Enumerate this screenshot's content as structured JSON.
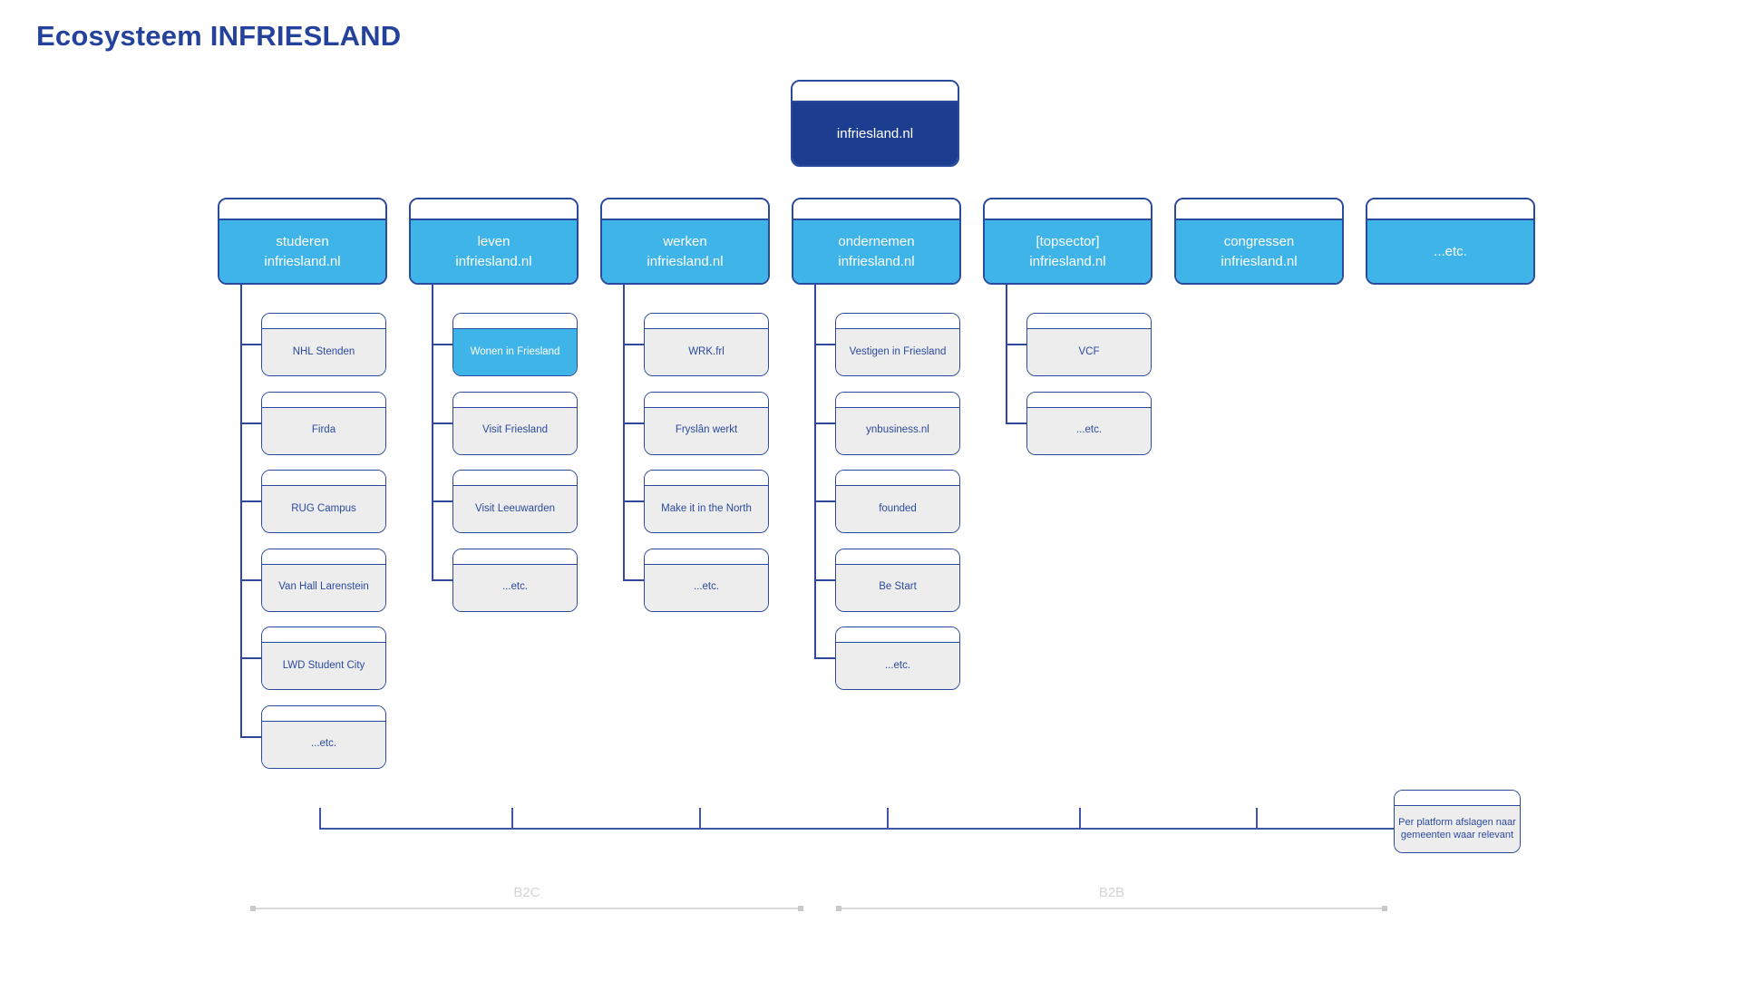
{
  "title": "Ecosysteem INFRIESLAND",
  "root": {
    "label": "infriesland.nl"
  },
  "columns": [
    {
      "label": "studeren\ninfriesland.nl",
      "children": [
        {
          "label": "NHL Stenden"
        },
        {
          "label": "Firda"
        },
        {
          "label": "RUG Campus"
        },
        {
          "label": "Van Hall Larenstein"
        },
        {
          "label": "LWD Student City"
        },
        {
          "label": "...etc."
        }
      ]
    },
    {
      "label": "leven\ninfriesland.nl",
      "children": [
        {
          "label": "Wonen in Friesland",
          "highlight": true
        },
        {
          "label": "Visit Friesland"
        },
        {
          "label": "Visit Leeuwarden"
        },
        {
          "label": "...etc."
        }
      ]
    },
    {
      "label": "werken\ninfriesland.nl",
      "children": [
        {
          "label": "WRK.frl"
        },
        {
          "label": "Fryslân werkt"
        },
        {
          "label": "Make it in the North"
        },
        {
          "label": "...etc."
        }
      ]
    },
    {
      "label": "ondernemen\ninfriesland.nl",
      "children": [
        {
          "label": "Vestigen in Friesland"
        },
        {
          "label": "ynbusiness.nl"
        },
        {
          "label": "founded"
        },
        {
          "label": "Be Start"
        },
        {
          "label": "...etc."
        }
      ]
    },
    {
      "label": "[topsector]\ninfriesland.nl",
      "children": [
        {
          "label": "VCF"
        },
        {
          "label": "...etc."
        }
      ]
    },
    {
      "label": "congressen\ninfriesland.nl",
      "children": []
    },
    {
      "label": "...etc.",
      "children": []
    }
  ],
  "note": {
    "label": "Per platform afslagen naar gemeenten waar relevant"
  },
  "segments": [
    {
      "label": "B2C"
    },
    {
      "label": "B2B"
    }
  ],
  "colors": {
    "navy": "#1d3e90",
    "light_blue": "#3eb4e8",
    "border_blue": "#2a4a9e",
    "child_gray": "#ededed",
    "muted_gray": "#d9d9d9",
    "title_blue": "#24419c"
  }
}
